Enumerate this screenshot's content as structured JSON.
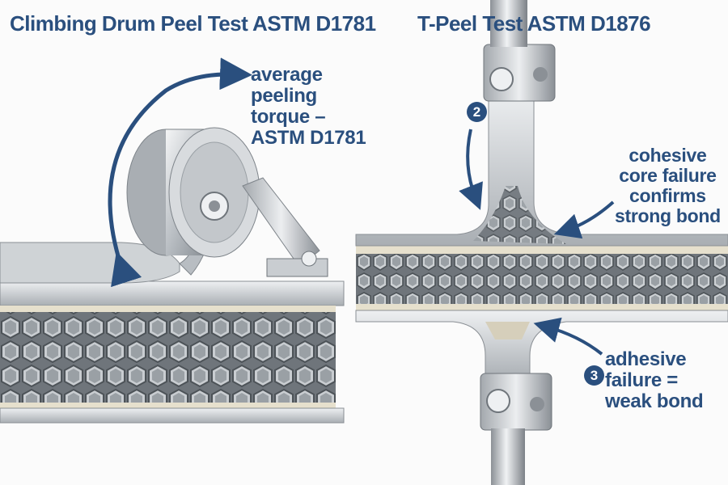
{
  "left_panel": {
    "title": "Climbing Drum Peel Test ASTM D1781",
    "callout_lines": [
      "average",
      "peeling",
      "torque –",
      "ASTM D1781"
    ]
  },
  "right_panel": {
    "title": "T-Peel Test ASTM D1876",
    "step_2": {
      "number": "2"
    },
    "step_3": {
      "number": "3"
    },
    "cohesive_lines": [
      "cohesive",
      "core failure",
      "confirms",
      "strong bond"
    ],
    "adhesive_lines": [
      "adhesive",
      "failure =",
      "weak bond"
    ]
  },
  "colors": {
    "accent": "#2a4f7e",
    "metal_light": "#e4e6e8",
    "metal_dark": "#8c9196",
    "adhesive": "#e6e0cd"
  },
  "icons": [
    "curved-arrow-icon",
    "step-badge-icon"
  ]
}
